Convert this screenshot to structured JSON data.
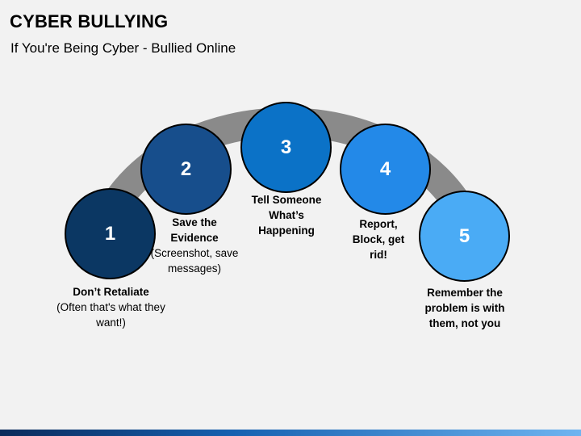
{
  "header": {
    "title": "CYBER BULLYING",
    "subtitle": "If You're Being Cyber - Bullied Online"
  },
  "steps": [
    {
      "number": "1",
      "title": "Don’t Retaliate",
      "detail": "(Often that's what they want!)",
      "color": "#0b3763"
    },
    {
      "number": "2",
      "title": "Save the Evidence",
      "detail": "(Screenshot, save messages)",
      "color": "#174e8c"
    },
    {
      "number": "3",
      "title": "Tell Someone What’s Happening",
      "detail": "",
      "color": "#0b72c7"
    },
    {
      "number": "4",
      "title": "Report, Block, get rid!",
      "detail": "",
      "color": "#2389e8"
    },
    {
      "number": "5",
      "title": "Remember the problem is with them, not you",
      "detail": "",
      "color": "#4aabf5"
    }
  ],
  "colors": {
    "arc": "#8a8a8a",
    "background": "#f2f2f2"
  }
}
